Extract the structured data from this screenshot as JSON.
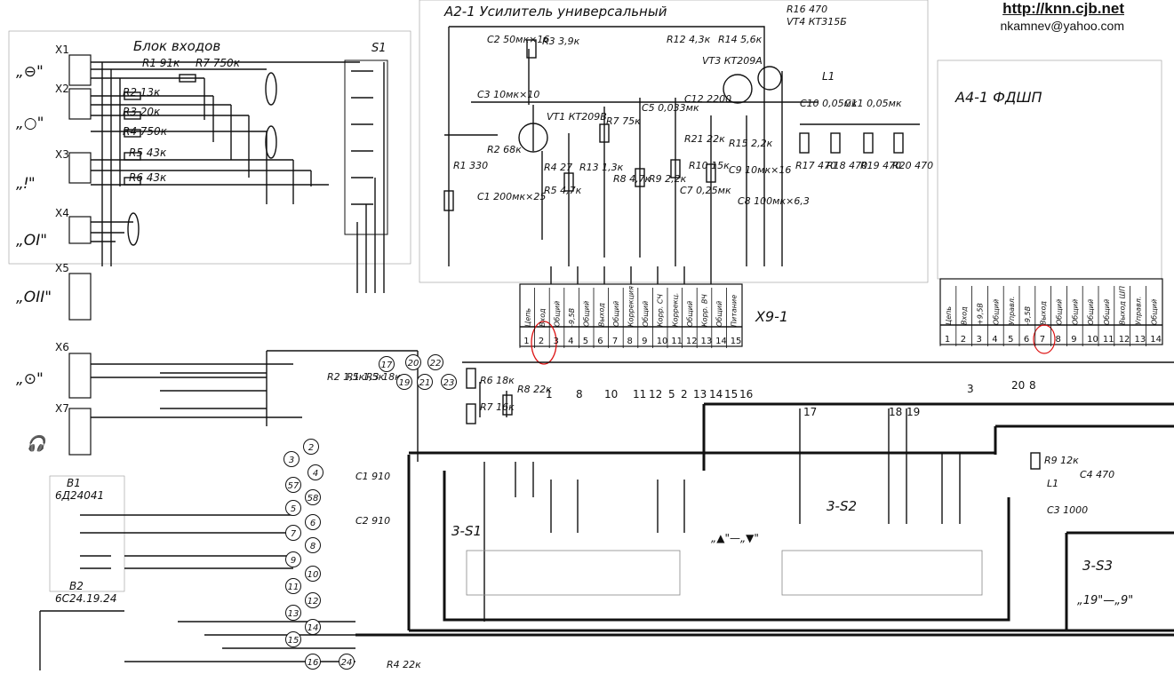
{
  "header": {
    "url": "http://knn.cjb.net",
    "email": "nkamnev@yahoo.com"
  },
  "blocks": {
    "input_block": "Блок входов",
    "amplifier": "А2-1 Усилитель универсальный",
    "filter": "А4-1 ФДШП",
    "connector": "Х9-1",
    "switch_s1": "3-S1",
    "switch_s2": "3-S2",
    "switch_s3": "3-S3",
    "switch_s3_label": "„19\"—„9\"",
    "selector_s1": "S1",
    "arrows": "„▲\"—„▼\""
  },
  "inputs": [
    {
      "ref": "X1",
      "label": "„⊖\""
    },
    {
      "ref": "X2",
      "label": "„○\""
    },
    {
      "ref": "X3",
      "label": "„ǃ\""
    },
    {
      "ref": "X4",
      "label": "„ОI\""
    },
    {
      "ref": "X5",
      "label": "„ОII\""
    },
    {
      "ref": "X6",
      "label": "„⊙\""
    },
    {
      "ref": "X7",
      "label": "🎧"
    }
  ],
  "input_resistors": [
    "R1 91к",
    "R7 750к",
    "R2 13к",
    "R3 20к",
    "R4 750к",
    "R5 43к",
    "R6 43к"
  ],
  "heads": [
    {
      "ref": "B1",
      "type": "6Д24041"
    },
    {
      "ref": "B2",
      "type": "6С24.19.24"
    }
  ],
  "amp_components": [
    "C2 50мк×16",
    "R3 3,9к",
    "R12 4,3к",
    "R14 5,6к",
    "R16 470",
    "VT4 КТ315Б",
    "VT3 КТ209А",
    "C3 10мк×10",
    "VT1 КТ209В",
    "R7 75к",
    "C5 0,033мк",
    "C12 2200",
    "R21 22к",
    "R15 2,2к",
    "R1 330",
    "C1 200мк×25",
    "R2 68к",
    "R4 27",
    "R5 4,7к",
    "R13 1,3к",
    "R8 4,7к",
    "R9 2,2к",
    "R10 15к",
    "C7 0,25мк",
    "C9 10мк×16",
    "C8 100мк×6,3",
    "C10 0,05мк",
    "C11 0,05мк",
    "R17 470",
    "R18 470",
    "R19 470",
    "R20 470",
    "L1"
  ],
  "connector_pins_amp": [
    "1",
    "2",
    "3",
    "4",
    "5",
    "6",
    "7",
    "8",
    "9",
    "10",
    "11",
    "12",
    "13",
    "14",
    "15"
  ],
  "connector_signals_amp": [
    "Цепь",
    "Вход",
    "Общий",
    "-9,5В",
    "Общий",
    "Выход",
    "Общий",
    "Коррекция",
    "Общий",
    "Корр. СЧ",
    "Коррекц.",
    "Общий",
    "Корр. ВЧ",
    "Общий",
    "Питание"
  ],
  "connector_pins_filter": [
    "1",
    "2",
    "3",
    "4",
    "5",
    "6",
    "7",
    "8",
    "9",
    "10",
    "11",
    "12",
    "13",
    "14"
  ],
  "connector_signals_filter": [
    "Цепь",
    "Вход",
    "+9,5В",
    "Общий",
    "Управл.",
    "-9,5В",
    "Выход",
    "Общий",
    "Общий",
    "Общий",
    "Общий",
    "Выход ШП",
    "Управл.",
    "Общий"
  ],
  "bus_numbers": [
    "1",
    "8",
    "10",
    "11",
    "12",
    "5",
    "2",
    "13",
    "14",
    "15",
    "16",
    "17",
    "18",
    "19",
    "3",
    "20",
    "8"
  ],
  "lower_components": [
    "R2 1,5к",
    "R1 1,5к",
    "R3 18к",
    "R6 18к",
    "R7 16к",
    "R8 22к",
    "C1 910",
    "C2 910",
    "R9 12к",
    "L1",
    "C4 470",
    "C3 1000",
    "R4 22к"
  ],
  "circled_nodes": [
    "2",
    "3",
    "4",
    "57",
    "58",
    "5",
    "6",
    "7",
    "8",
    "9",
    "10",
    "11",
    "12",
    "13",
    "14",
    "15",
    "16",
    "17",
    "19",
    "20",
    "21",
    "22",
    "23",
    "24"
  ]
}
